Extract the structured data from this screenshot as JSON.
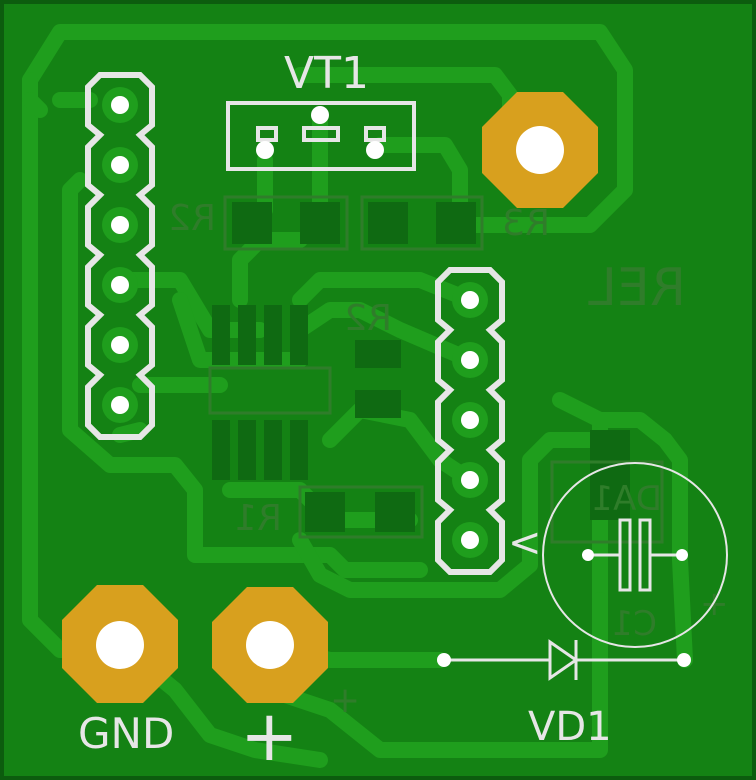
{
  "board": {
    "labels": {
      "vt1": "VT1",
      "rel": "REL",
      "gnd": "GND",
      "plus": "+",
      "vd1": "VD1",
      "r2_left": "R2",
      "r2_mid": "R2",
      "r3": "R3",
      "r1": "R1",
      "da1": "DA1",
      "c1": "C1",
      "c1_plus": "+",
      "vd1_plus": "+",
      "header_mark": "<"
    },
    "colors": {
      "pcb": "#148214",
      "copper": "#1d9a1c",
      "pad_gold": "#d8a01e",
      "silk": "#e6e6e6",
      "silk_faint": "#2f7d2a",
      "border": "#0c5c0e"
    }
  }
}
